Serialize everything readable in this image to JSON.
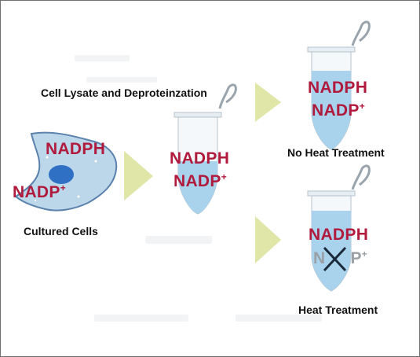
{
  "labels": {
    "cell_lysate": "Cell Lysate and Deproteinzation",
    "cultured_cells": "Cultured Cells",
    "no_heat": "No Heat Treatment",
    "heat": "Heat Treatment"
  },
  "chemicals": {
    "nadph": "NADPH",
    "nadp": "NADP",
    "plus": "+",
    "n": "N",
    "p_plus": "P"
  },
  "colors": {
    "chem_red": "#b01a3c",
    "cell_fill": "#bcd6ea",
    "cell_stroke": "#5a82ad",
    "nucleus": "#2f6fc4",
    "arrow": "#dfe6a8",
    "liquid": "#a9d3ec",
    "cross": "#1b2a3a"
  },
  "icons": [
    "cell-icon",
    "arrow-right-icon",
    "tube-icon",
    "cross-icon"
  ]
}
